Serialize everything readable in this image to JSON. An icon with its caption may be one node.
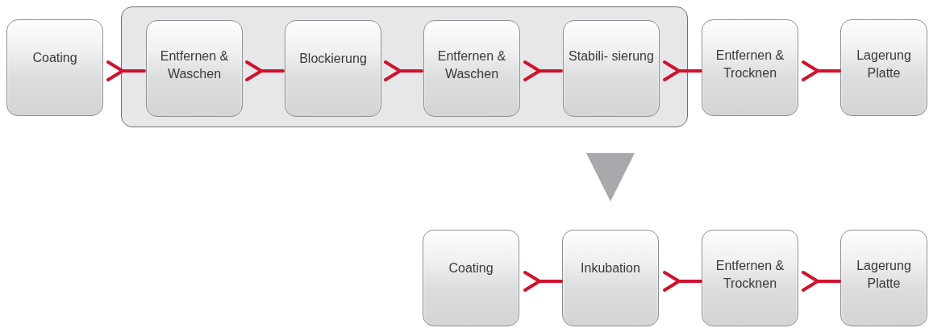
{
  "diagram": {
    "nodes": [
      {
        "text": [
          "Coating"
        ]
      },
      {
        "text": [],
        "shape": "box"
      },
      {
        "text": [
          "Entfernen & Waschen"
        ],
        "in": 1
      },
      {
        "text": [
          "Blockierung"
        ],
        "in": 1
      },
      {
        "text": [
          "Entfernen & Waschen"
        ],
        "in": 1
      },
      {
        "text": [
          "Stabili- sierung"
        ],
        "in": 1
      },
      {
        "text": [
          "Entfernen & Trocknen"
        ]
      },
      {
        "text": [
          "Lagerung Platte"
        ]
      },
      {
        "text": [
          "Coating"
        ]
      },
      {
        "text": [
          "Inkubation"
        ]
      },
      {
        "text": [
          "Entfernen & Trocknen"
        ]
      },
      {
        "text": [
          "Lagerung Platte"
        ]
      }
    ],
    "edges": [
      {
        "from": 0,
        "to": 2,
        "arrow": "to"
      },
      {
        "from": 2,
        "to": 3,
        "arrow": "to"
      },
      {
        "from": 3,
        "to": 4,
        "arrow": "to"
      },
      {
        "from": 4,
        "to": 5,
        "arrow": "to"
      },
      {
        "from": 5,
        "to": 6,
        "arrow": "to"
      },
      {
        "from": 6,
        "to": 7,
        "arrow": "to"
      },
      {
        "from": 1,
        "to": 9,
        "arrow": "to",
        "color": "#a7a9ac"
      },
      {
        "from": 8,
        "to": 9,
        "arrow": "to"
      },
      {
        "from": 9,
        "to": 10,
        "arrow": "to"
      },
      {
        "from": 10,
        "to": 11,
        "arrow": "to"
      }
    ]
  }
}
